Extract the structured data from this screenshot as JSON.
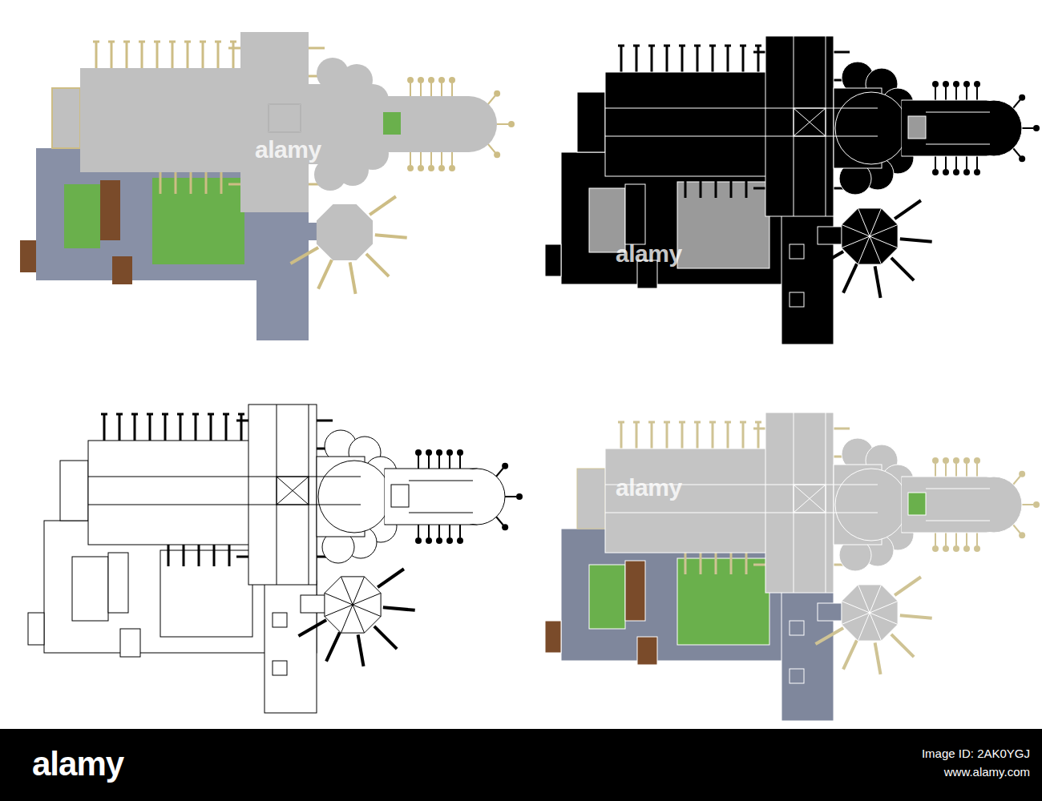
{
  "diagram": {
    "labels": [
      "alamy",
      "alamy",
      "alamy",
      "alamy",
      "Image ID: 2AK0YGJ",
      "www.alamy.com"
    ]
  }
}
